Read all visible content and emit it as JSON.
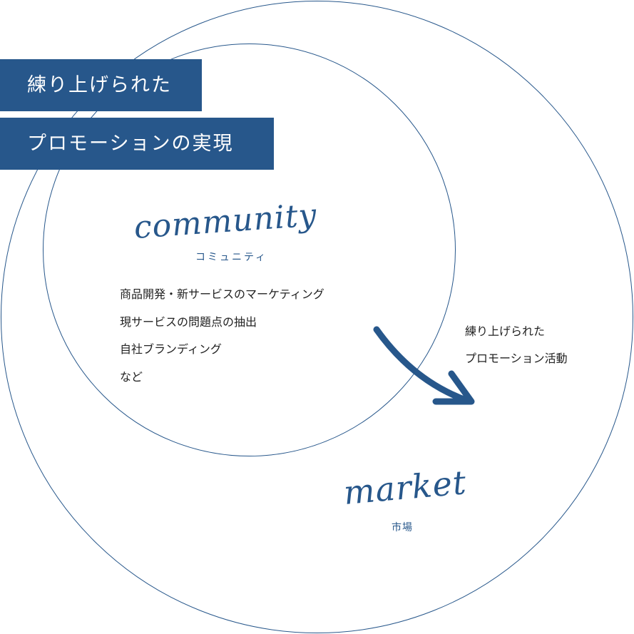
{
  "banner": {
    "line1": "練り上げられた",
    "line2": "プロモーションの実現"
  },
  "community": {
    "script_label": "community",
    "kana_label": "コミュニティ",
    "activities": [
      "商品開発・新サービスのマーケティング",
      "現サービスの問題点の抽出",
      "自社ブランディング",
      "など"
    ]
  },
  "market": {
    "script_label": "market",
    "kanji_label": "市場"
  },
  "result": {
    "line1": "練り上げられた",
    "line2": "プロモーション活動"
  },
  "colors": {
    "accent": "#27578b",
    "text": "#222222",
    "background": "#ffffff"
  },
  "icons": {
    "flow_arrow": "curved-arrow-icon"
  }
}
